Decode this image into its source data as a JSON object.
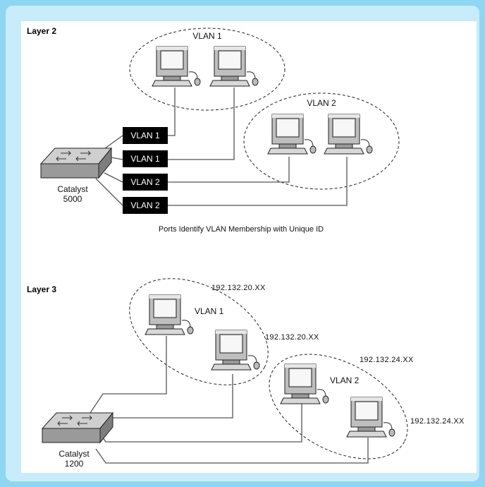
{
  "layer2": {
    "heading": "Layer 2",
    "vlan1_label": "VLAN 1",
    "vlan2_label": "VLAN 2",
    "ports": [
      "VLAN 1",
      "VLAN 1",
      "VLAN 2",
      "VLAN 2"
    ],
    "switch_name": "Catalyst",
    "switch_model": "5000",
    "caption": "Ports Identify VLAN Membership with Unique ID"
  },
  "layer3": {
    "heading": "Layer 3",
    "vlan1_label": "VLAN 1",
    "vlan2_label": "VLAN 2",
    "ip_a": "192.132.20.XX",
    "ip_b": "192.132.20.XX",
    "ip_c": "192.132.24.XX",
    "ip_d": "192.132.24.XX",
    "switch_name": "Catalyst",
    "switch_model": "1200"
  },
  "colors": {
    "frame": "#8fd6f2",
    "port_fill": "#000000",
    "link": "#555555"
  }
}
